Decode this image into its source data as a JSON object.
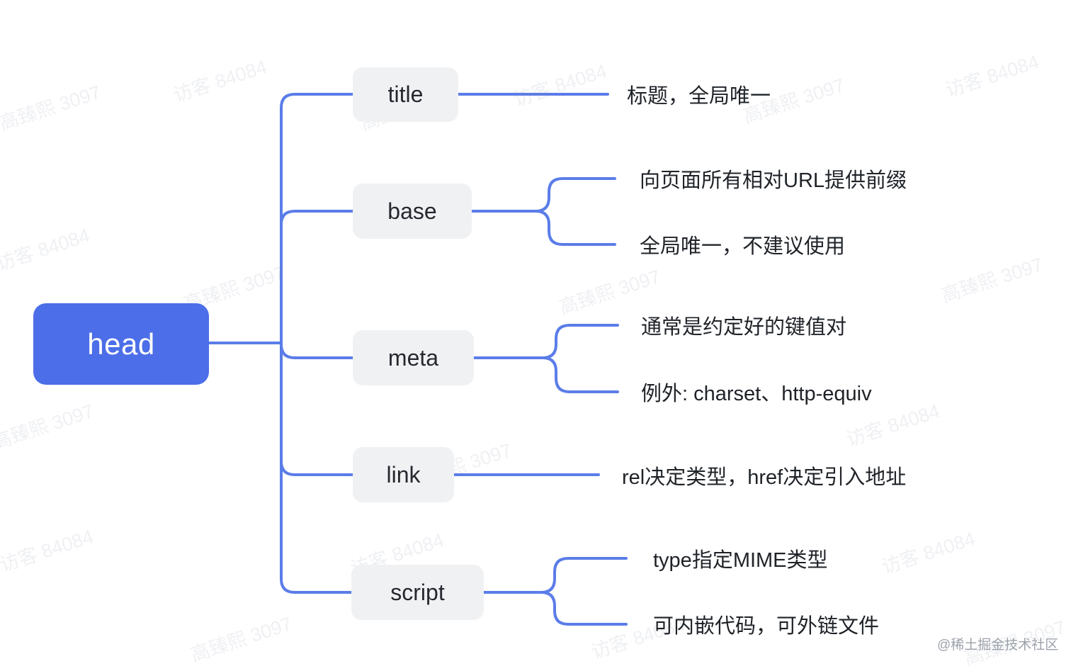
{
  "diagram": {
    "root": {
      "label": "head"
    },
    "nodes": [
      {
        "id": "title",
        "label": "title",
        "descriptions": [
          "标题，全局唯一"
        ]
      },
      {
        "id": "base",
        "label": "base",
        "descriptions": [
          "向页面所有相对URL提供前缀",
          "全局唯一，不建议使用"
        ]
      },
      {
        "id": "meta",
        "label": "meta",
        "descriptions": [
          "通常是约定好的键值对",
          "例外: charset、http-equiv"
        ]
      },
      {
        "id": "link",
        "label": "link",
        "descriptions": [
          "rel决定类型，href决定引入地址"
        ]
      },
      {
        "id": "script",
        "label": "script",
        "descriptions": [
          "type指定MIME类型",
          "可内嵌代码，可外链文件"
        ]
      }
    ],
    "colors": {
      "root_bg": "#4C6EE8",
      "root_text": "#FFFFFF",
      "child_bg": "#F0F1F3",
      "child_text": "#25282E",
      "description_text": "#1F2328",
      "connector": "#5B7DE8"
    }
  },
  "watermarks": {
    "texts": [
      "高臻熙 3097",
      "访客 84084"
    ],
    "credit": "@稀土掘金技术社区"
  }
}
